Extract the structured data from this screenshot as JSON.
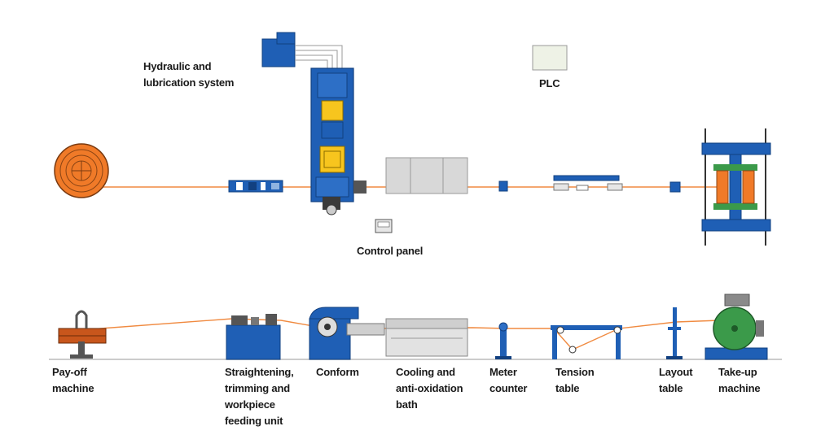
{
  "colors": {
    "machine_blue": "#1f5fb5",
    "machine_blue_dark": "#124080",
    "copper_orange": "#f07a28",
    "wire": "#f08a40",
    "gray_panel": "#d8d8d8",
    "gray_line": "#9a9a9a",
    "yellow": "#f7c51e",
    "green": "#3b9a4a",
    "wood": "#c8561c"
  },
  "top_view": {
    "labels": {
      "hydraulic": "Hydraulic and\nlubrication system",
      "plc": "PLC",
      "control_panel": "Control panel"
    }
  },
  "side_view": {
    "labels": {
      "payoff": "Pay-off\nmachine",
      "straightening": "Straightening,\ntrimming and\nworkpiece\nfeeding unit",
      "conform": "Conform",
      "cooling": "Cooling and\nanti-oxidation\nbath",
      "meter": "Meter\ncounter",
      "tension": "Tension\ntable",
      "layout": "Layout\ntable",
      "takeup": "Take-up\nmachine"
    }
  }
}
